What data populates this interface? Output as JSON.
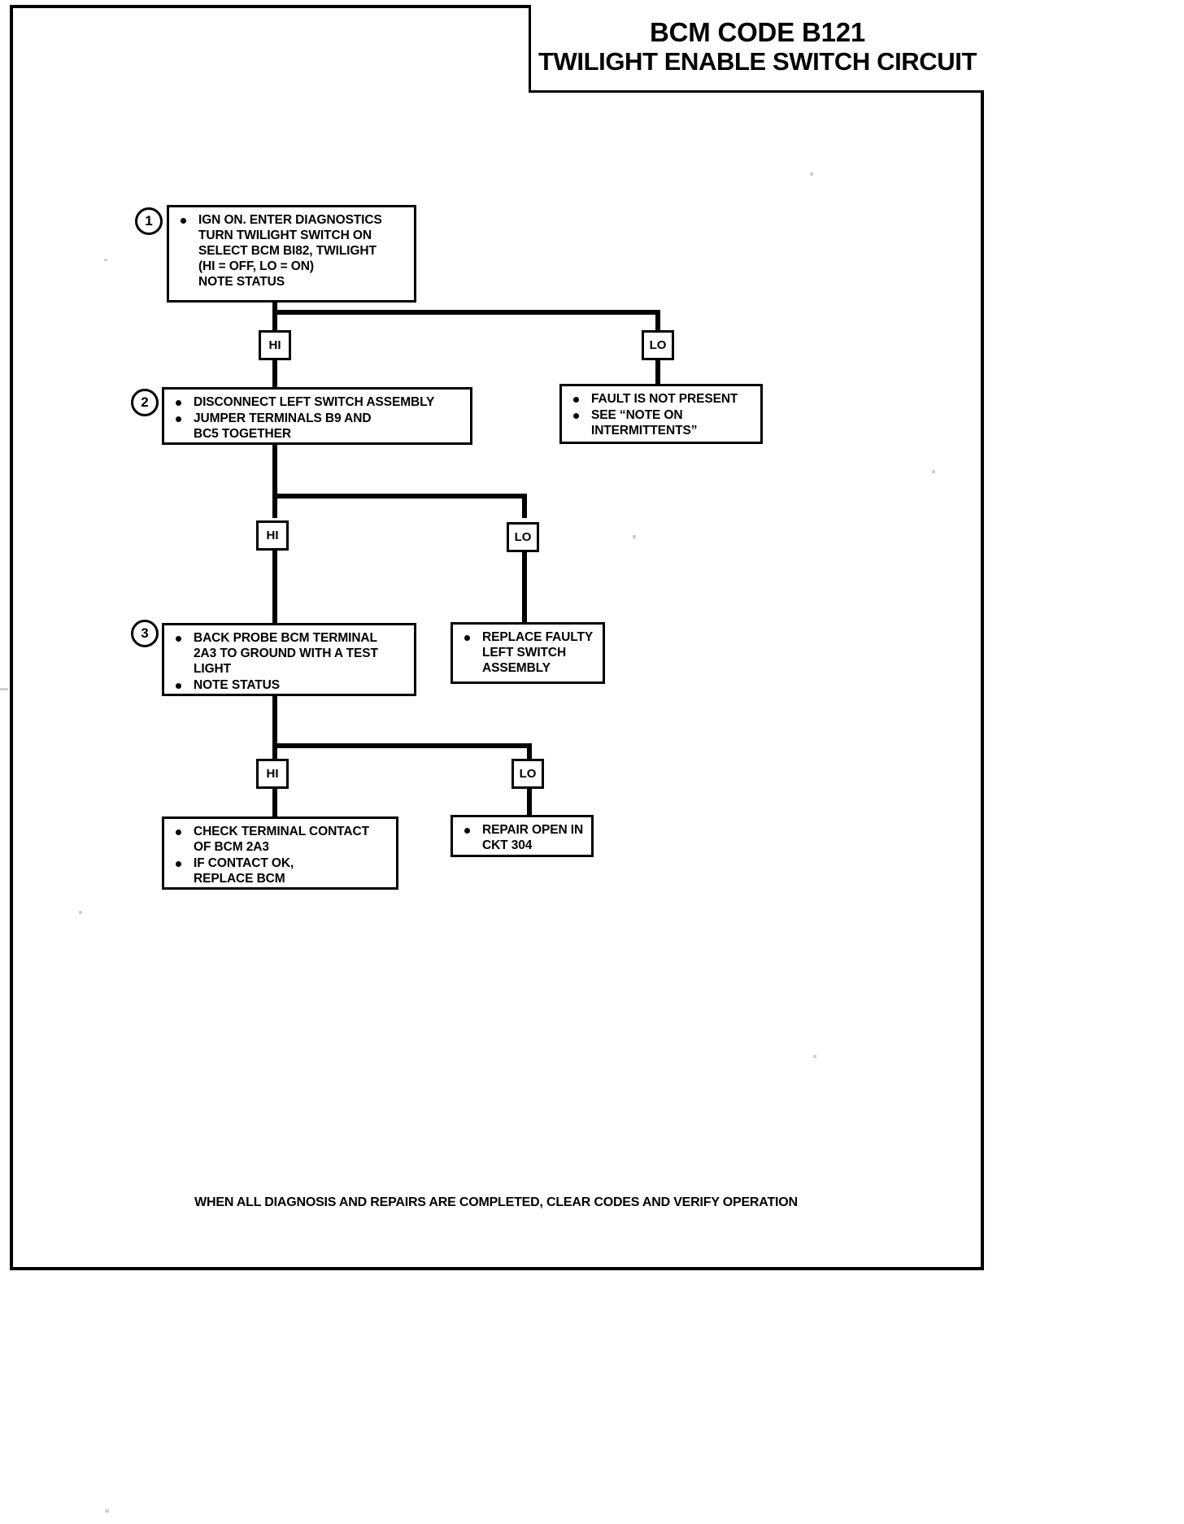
{
  "document": {
    "title_line1": "BCM CODE B121",
    "title_line2": "TWILIGHT ENABLE SWITCH CIRCUIT",
    "footer": "WHEN ALL DIAGNOSIS AND REPAIRS ARE COMPLETED, CLEAR CODES AND VERIFY OPERATION"
  },
  "colors": {
    "ink": "#000000",
    "paper": "#ffffff"
  },
  "chart_data": {
    "type": "flowchart",
    "title": "BCM CODE B121 — TWILIGHT ENABLE SWITCH CIRCUIT",
    "nodes": [
      {
        "id": "step1",
        "step": "1",
        "items": [
          "IGN ON.  ENTER DIAGNOSTICS\nTURN TWILIGHT SWITCH ON\nSELECT BCM BI82, TWILIGHT\n(HI = OFF, LO = ON)\nNOTE STATUS"
        ]
      },
      {
        "id": "step2",
        "step": "2",
        "items": [
          "DISCONNECT LEFT SWITCH  ASSEMBLY",
          "JUMPER TERMINALS B9  AND\nBC5 TOGETHER"
        ]
      },
      {
        "id": "fault_not_present",
        "step": "",
        "items": [
          "FAULT IS NOT PRESENT",
          "SEE “NOTE ON\nINTERMITTENTS”"
        ]
      },
      {
        "id": "step3",
        "step": "3",
        "items": [
          "BACK PROBE BCM TERMINAL\n2A3 TO GROUND WITH A TEST\nLIGHT",
          "NOTE STATUS"
        ]
      },
      {
        "id": "replace_switch",
        "step": "",
        "items": [
          "REPLACE  FAULTY\nLEFT SWITCH\nASSEMBLY"
        ]
      },
      {
        "id": "check_terminal",
        "step": "",
        "items": [
          "CHECK TERMINAL CONTACT\nOF BCM 2A3",
          "IF CONTACT OK,\nREPLACE BCM"
        ]
      },
      {
        "id": "repair_open",
        "step": "",
        "items": [
          "REPAIR OPEN IN\nCKT 304"
        ]
      }
    ],
    "branches": [
      {
        "id": "b1_hi",
        "label": "HI",
        "from": "step1",
        "to": "step2"
      },
      {
        "id": "b1_lo",
        "label": "LO",
        "from": "step1",
        "to": "fault_not_present"
      },
      {
        "id": "b2_hi",
        "label": "HI",
        "from": "step2",
        "to": "step3"
      },
      {
        "id": "b2_lo",
        "label": "LO",
        "from": "step2",
        "to": "replace_switch"
      },
      {
        "id": "b3_hi",
        "label": "HI",
        "from": "step3",
        "to": "check_terminal"
      },
      {
        "id": "b3_lo",
        "label": "LO",
        "from": "step3",
        "to": "repair_open"
      }
    ]
  }
}
